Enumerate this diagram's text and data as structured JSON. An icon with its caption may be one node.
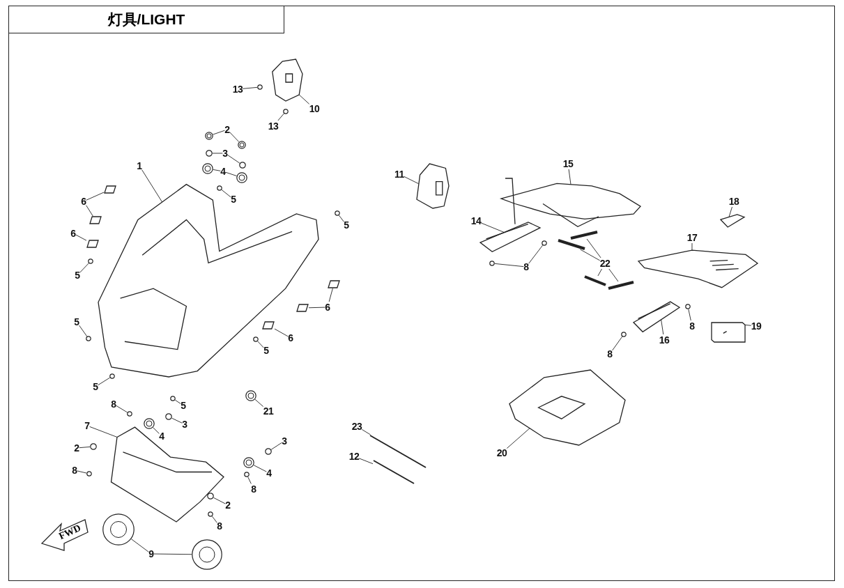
{
  "diagram": {
    "title": "灯具/LIGHT",
    "nodes": [
      {
        "text": [
          "1"
        ]
      },
      {
        "text": [],
        "shape": "picture"
      },
      {
        "text": [
          "2"
        ]
      },
      {
        "text": [],
        "shape": "circle"
      },
      {
        "text": [],
        "shape": "circle"
      },
      {
        "text": [
          "3"
        ]
      },
      {
        "text": [],
        "shape": "circle"
      },
      {
        "text": [],
        "shape": "circle"
      },
      {
        "text": [
          "4"
        ]
      },
      {
        "text": [],
        "shape": "circle"
      },
      {
        "text": [],
        "shape": "circle"
      },
      {
        "text": [
          "5"
        ]
      },
      {
        "text": [],
        "shape": "circle"
      },
      {
        "text": [
          "5"
        ]
      },
      {
        "text": [],
        "shape": "circle"
      },
      {
        "text": [
          "6"
        ]
      },
      {
        "text": [],
        "shape": "box"
      },
      {
        "text": [],
        "shape": "box"
      },
      {
        "text": [
          "6"
        ]
      },
      {
        "text": [],
        "shape": "box"
      },
      {
        "text": [
          "5"
        ]
      },
      {
        "text": [],
        "shape": "circle"
      },
      {
        "text": [
          "6"
        ]
      },
      {
        "text": [],
        "shape": "box"
      },
      {
        "text": [],
        "shape": "box"
      },
      {
        "text": [
          "6"
        ]
      },
      {
        "text": [],
        "shape": "box"
      },
      {
        "text": [
          "5"
        ]
      },
      {
        "text": [],
        "shape": "circle"
      },
      {
        "text": [
          "5"
        ]
      },
      {
        "text": [],
        "shape": "circle"
      },
      {
        "text": [
          "5"
        ]
      },
      {
        "text": [],
        "shape": "circle"
      },
      {
        "text": [
          "5"
        ]
      },
      {
        "text": [],
        "shape": "circle"
      },
      {
        "text": [
          "21"
        ]
      },
      {
        "text": [],
        "shape": "circle"
      },
      {
        "text": [
          "13"
        ]
      },
      {
        "text": [],
        "shape": "circle"
      },
      {
        "text": [
          "10"
        ]
      },
      {
        "text": [],
        "shape": "picture"
      },
      {
        "text": [
          "13"
        ]
      },
      {
        "text": [],
        "shape": "circle"
      },
      {
        "text": [
          "11"
        ]
      },
      {
        "text": [],
        "shape": "picture"
      },
      {
        "text": [
          "15"
        ]
      },
      {
        "text": [],
        "shape": "picture"
      },
      {
        "text": [
          "14"
        ]
      },
      {
        "text": [],
        "shape": "picture"
      },
      {
        "text": [
          "8"
        ]
      },
      {
        "text": [],
        "shape": "circle"
      },
      {
        "text": [],
        "shape": "circle"
      },
      {
        "text": [
          "22"
        ]
      },
      {
        "text": [],
        "shape": "bar"
      },
      {
        "text": [],
        "shape": "bar"
      },
      {
        "text": [],
        "shape": "bar"
      },
      {
        "text": [],
        "shape": "bar"
      },
      {
        "text": [
          "18"
        ]
      },
      {
        "text": [],
        "shape": "picture"
      },
      {
        "text": [
          "17"
        ]
      },
      {
        "text": [],
        "shape": "picture"
      },
      {
        "text": [
          "19"
        ]
      },
      {
        "text": [],
        "shape": "picture"
      },
      {
        "text": [
          "8"
        ]
      },
      {
        "text": [],
        "shape": "circle"
      },
      {
        "text": [
          "16"
        ]
      },
      {
        "text": [],
        "shape": "picture"
      },
      {
        "text": [
          "8"
        ]
      },
      {
        "text": [],
        "shape": "circle"
      },
      {
        "text": [
          "20"
        ]
      },
      {
        "text": [],
        "shape": "picture"
      },
      {
        "text": [
          "23"
        ]
      },
      {
        "text": [],
        "shape": "bar"
      },
      {
        "text": [
          "12"
        ]
      },
      {
        "text": [],
        "shape": "bar"
      },
      {
        "text": [
          "8"
        ]
      },
      {
        "text": [],
        "shape": "circle"
      },
      {
        "text": [
          "7"
        ]
      },
      {
        "text": [],
        "shape": "picture"
      },
      {
        "text": [
          "4"
        ]
      },
      {
        "text": [],
        "shape": "circle"
      },
      {
        "text": [
          "3"
        ]
      },
      {
        "text": [],
        "shape": "circle"
      },
      {
        "text": [
          "2"
        ]
      },
      {
        "text": [],
        "shape": "circle"
      },
      {
        "text": [
          "8"
        ]
      },
      {
        "text": [],
        "shape": "circle"
      },
      {
        "text": [
          "3"
        ]
      },
      {
        "text": [],
        "shape": "circle"
      },
      {
        "text": [
          "4"
        ]
      },
      {
        "text": [],
        "shape": "circle"
      },
      {
        "text": [
          "8"
        ]
      },
      {
        "text": [],
        "shape": "circle"
      },
      {
        "text": [
          "2"
        ]
      },
      {
        "text": [],
        "shape": "circle"
      },
      {
        "text": [
          "8"
        ]
      },
      {
        "text": [],
        "shape": "circle"
      },
      {
        "text": [
          "9"
        ]
      },
      {
        "text": [],
        "shape": "circle"
      },
      {
        "text": [],
        "shape": "circle"
      },
      {
        "text": [
          "FWD"
        ]
      }
    ],
    "edges": [
      {
        "from": 0,
        "to": 1,
        "arrow": "none"
      },
      {
        "from": 2,
        "to": 3,
        "arrow": "none"
      },
      {
        "from": 2,
        "to": 4,
        "arrow": "none"
      },
      {
        "from": 5,
        "to": 6,
        "arrow": "none"
      },
      {
        "from": 5,
        "to": 7,
        "arrow": "none"
      },
      {
        "from": 8,
        "to": 9,
        "arrow": "none"
      },
      {
        "from": 8,
        "to": 10,
        "arrow": "none"
      },
      {
        "from": 11,
        "to": 12,
        "arrow": "none"
      },
      {
        "from": 13,
        "to": 14,
        "arrow": "none"
      },
      {
        "from": 15,
        "to": 16,
        "arrow": "none"
      },
      {
        "from": 15,
        "to": 17,
        "arrow": "none"
      },
      {
        "from": 18,
        "to": 19,
        "arrow": "none"
      },
      {
        "from": 20,
        "to": 21,
        "arrow": "none"
      },
      {
        "from": 22,
        "to": 23,
        "arrow": "none"
      },
      {
        "from": 22,
        "to": 24,
        "arrow": "none"
      },
      {
        "from": 25,
        "to": 26,
        "arrow": "none"
      },
      {
        "from": 27,
        "to": 28,
        "arrow": "none"
      },
      {
        "from": 29,
        "to": 30,
        "arrow": "none"
      },
      {
        "from": 31,
        "to": 32,
        "arrow": "none"
      },
      {
        "from": 33,
        "to": 34,
        "arrow": "none"
      },
      {
        "from": 35,
        "to": 36,
        "arrow": "none"
      },
      {
        "from": 37,
        "to": 38,
        "arrow": "none"
      },
      {
        "from": 39,
        "to": 40,
        "arrow": "none"
      },
      {
        "from": 41,
        "to": 42,
        "arrow": "none"
      },
      {
        "from": 43,
        "to": 44,
        "arrow": "none"
      },
      {
        "from": 45,
        "to": 46,
        "arrow": "none"
      },
      {
        "from": 47,
        "to": 48,
        "arrow": "none"
      },
      {
        "from": 49,
        "to": 50,
        "arrow": "none"
      },
      {
        "from": 49,
        "to": 51,
        "arrow": "none"
      },
      {
        "from": 52,
        "to": 53,
        "arrow": "none"
      },
      {
        "from": 52,
        "to": 54,
        "arrow": "none"
      },
      {
        "from": 52,
        "to": 55,
        "arrow": "none"
      },
      {
        "from": 52,
        "to": 56,
        "arrow": "none"
      },
      {
        "from": 57,
        "to": 58,
        "arrow": "none"
      },
      {
        "from": 59,
        "to": 60,
        "arrow": "none"
      },
      {
        "from": 61,
        "to": 62,
        "arrow": "none"
      },
      {
        "from": 63,
        "to": 64,
        "arrow": "none"
      },
      {
        "from": 65,
        "to": 66,
        "arrow": "none"
      },
      {
        "from": 67,
        "to": 68,
        "arrow": "none"
      },
      {
        "from": 69,
        "to": 70,
        "arrow": "none"
      },
      {
        "from": 71,
        "to": 72,
        "arrow": "none"
      },
      {
        "from": 73,
        "to": 74,
        "arrow": "none"
      },
      {
        "from": 75,
        "to": 76,
        "arrow": "none"
      },
      {
        "from": 77,
        "to": 78,
        "arrow": "none"
      },
      {
        "from": 79,
        "to": 80,
        "arrow": "none"
      },
      {
        "from": 81,
        "to": 82,
        "arrow": "none"
      },
      {
        "from": 83,
        "to": 84,
        "arrow": "none"
      },
      {
        "from": 85,
        "to": 86,
        "arrow": "none"
      },
      {
        "from": 87,
        "to": 88,
        "arrow": "none"
      },
      {
        "from": 89,
        "to": 90,
        "arrow": "none"
      },
      {
        "from": 91,
        "to": 92,
        "arrow": "none"
      },
      {
        "from": 93,
        "to": 94,
        "arrow": "none"
      },
      {
        "from": 95,
        "to": 96,
        "arrow": "none"
      },
      {
        "from": 97,
        "to": 98,
        "arrow": "none"
      },
      {
        "from": 97,
        "to": 99,
        "arrow": "none"
      }
    ]
  }
}
